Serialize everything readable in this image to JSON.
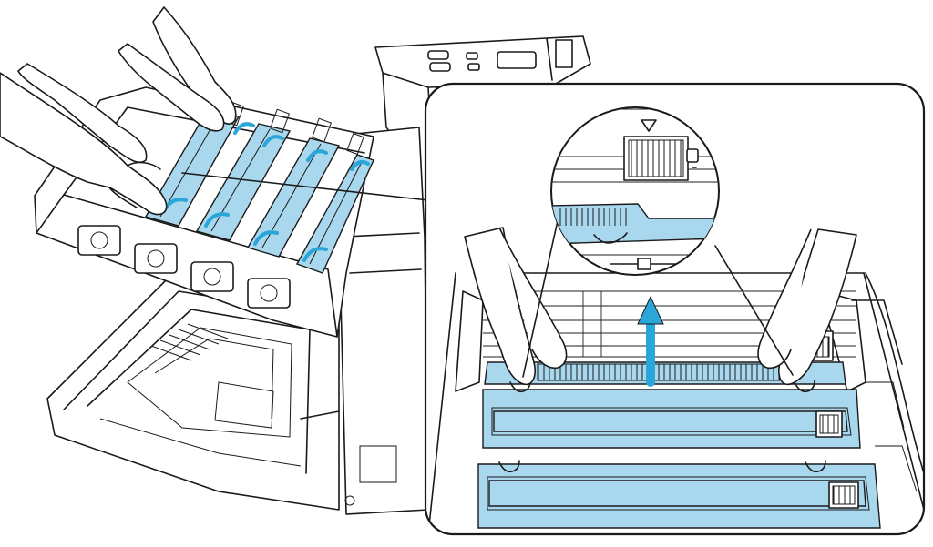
{
  "colors": {
    "cyan": "#a9d8ee",
    "cyan_dark": "#2aa7d8",
    "line": "#1a1a1a",
    "background": "#ffffff"
  },
  "illustration": {
    "drum_units_visible": 4,
    "detail_drums_visible": 2
  },
  "icons": [
    "hand",
    "arrow-up",
    "arrow-curved",
    "wire-cleaner-slider",
    "magnifier-callout"
  ]
}
